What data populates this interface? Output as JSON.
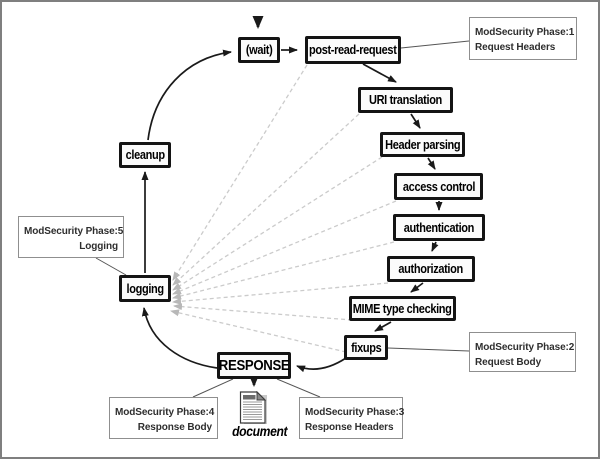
{
  "diagram": {
    "type": "apache-request-cycle-with-modsecurity-phases",
    "nodes": {
      "wait": "(wait)",
      "post_read_request": "post-read-request",
      "uri_translation": "URI translation",
      "header_parsing": "Header parsing",
      "access_control": "access control",
      "authentication": "authentication",
      "authorization": "authorization",
      "mime_type_checking": "MIME type checking",
      "fixups": "fixups",
      "response": "RESPONSE",
      "logging": "logging",
      "cleanup": "cleanup"
    },
    "callouts": {
      "phase1": {
        "line1": "ModSecurity Phase:1",
        "line2": "Request Headers"
      },
      "phase2": {
        "line1": "ModSecurity Phase:2",
        "line2": "Request Body"
      },
      "phase3": {
        "line1": "ModSecurity Phase:3",
        "line2": "Response Headers"
      },
      "phase4": {
        "line1": "ModSecurity Phase:4",
        "line2": "Response Body"
      },
      "phase5": {
        "line1": "ModSecurity Phase:5",
        "line2": "Logging"
      }
    },
    "document_label": "document",
    "colors": {
      "node_border": "#141414",
      "node_fill": "#fbfbfb",
      "callout_border": "#8f8f8f",
      "arrow": "#1a1a1a",
      "thin_line": "#555555",
      "dashed_line": "#cbcbcb",
      "dashed_arrowhead": "#b8b8b8",
      "frame": "#7f7f7f"
    }
  }
}
